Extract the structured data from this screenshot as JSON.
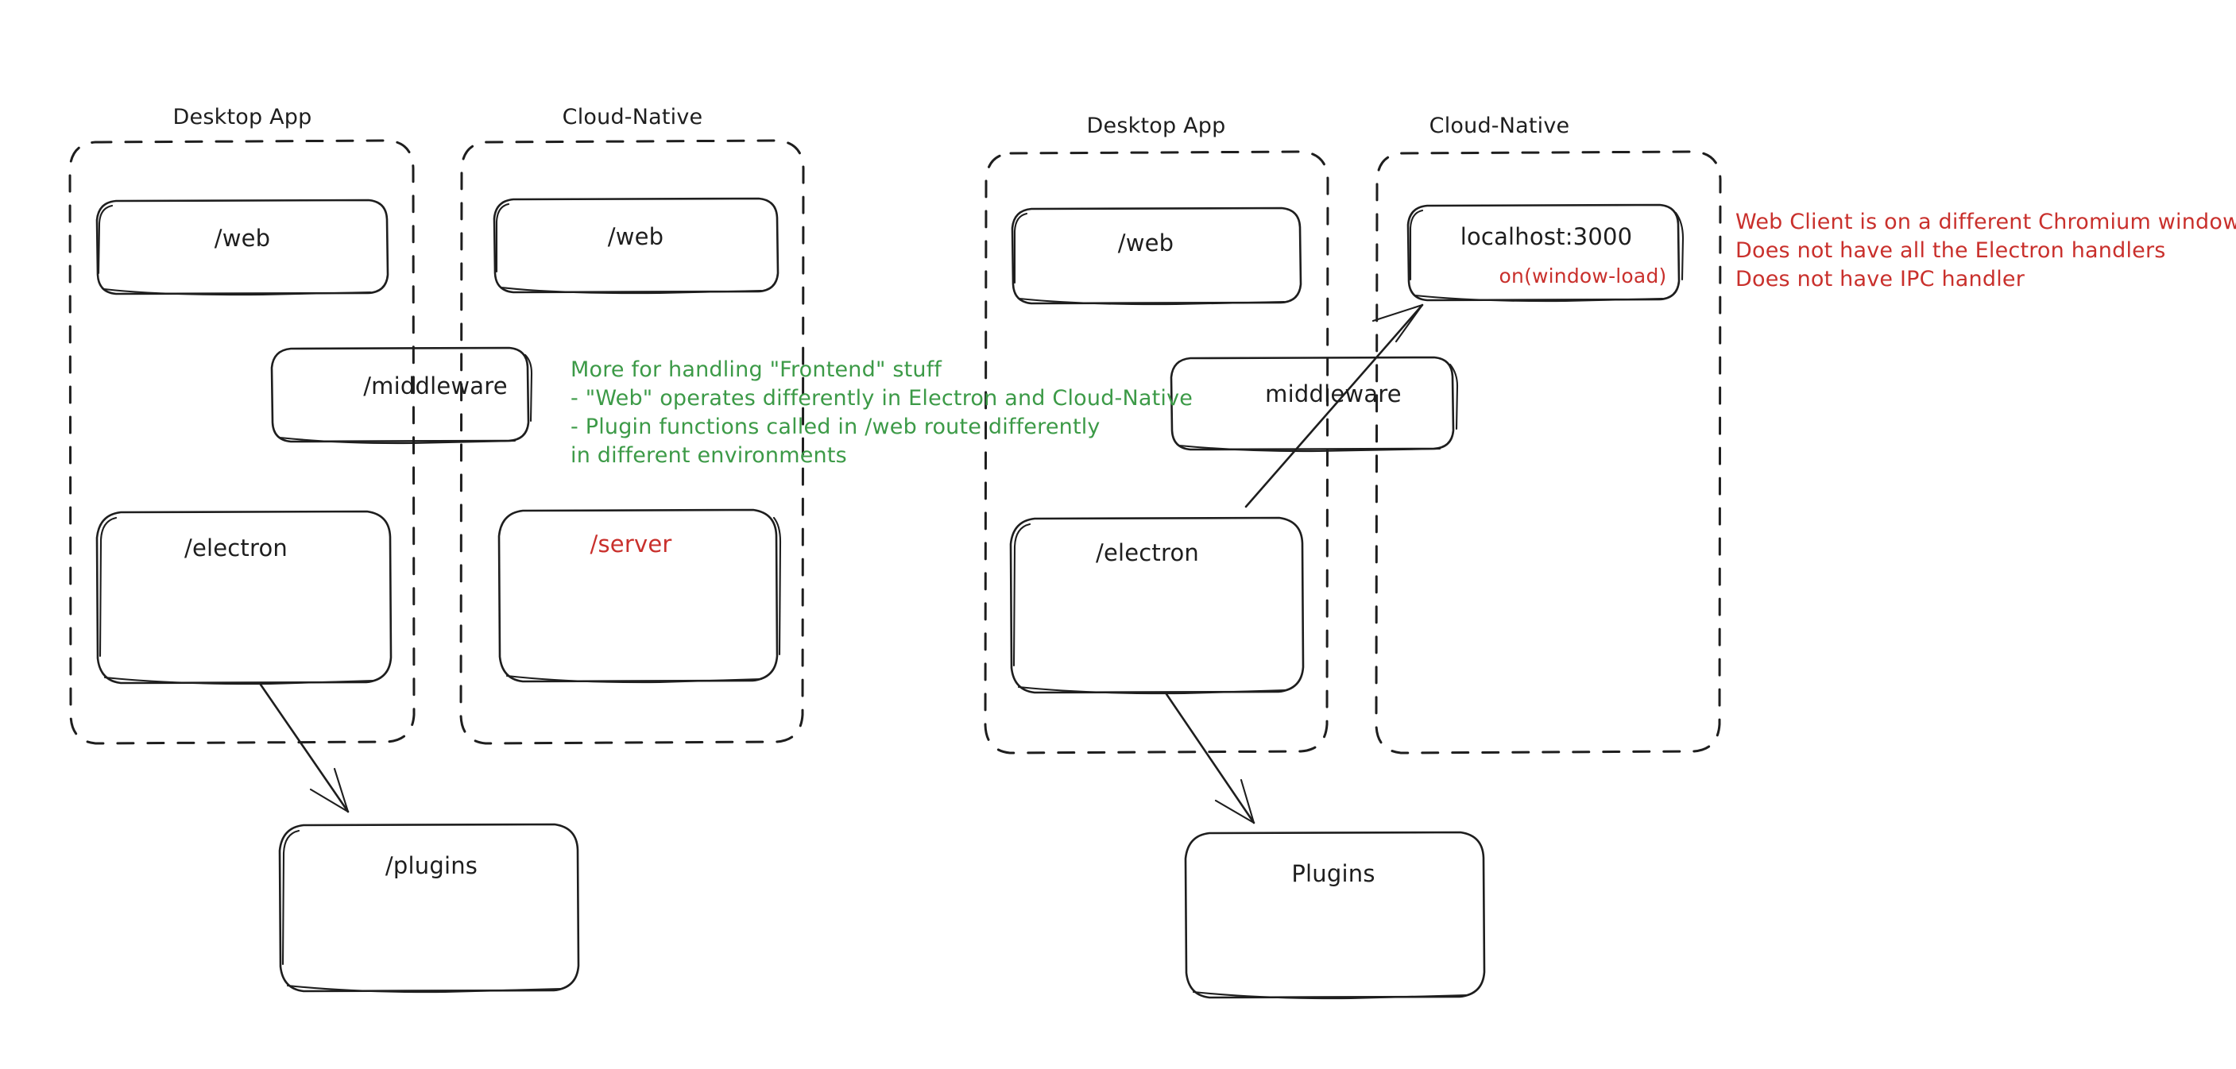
{
  "diagram": {
    "title_kind": "hand-drawn-architecture-diagram",
    "colors": {
      "stroke": "#1e1e1e",
      "green": "#3c9a47",
      "red": "#c9302c",
      "background": "#ffffff"
    },
    "panels": [
      {
        "id": "left-panel",
        "groups": [
          {
            "id": "left-desktop-app",
            "title": "Desktop App",
            "nodes": [
              {
                "id": "left-desktop-web",
                "label": "/web",
                "color": "#1e1e1e"
              },
              {
                "id": "left-electron",
                "label": "/electron",
                "color": "#1e1e1e"
              }
            ]
          },
          {
            "id": "left-cloud-native",
            "title": "Cloud-Native",
            "nodes": [
              {
                "id": "left-cloud-web",
                "label": "/web",
                "color": "#1e1e1e"
              },
              {
                "id": "left-server",
                "label": "/server",
                "color": "#c9302c"
              }
            ]
          }
        ],
        "spanning_nodes": [
          {
            "id": "left-middleware",
            "label": "/middleware",
            "color": "#1e1e1e"
          }
        ],
        "outside_nodes": [
          {
            "id": "left-plugins",
            "label": "/plugins",
            "color": "#1e1e1e"
          }
        ],
        "arrows": [
          {
            "id": "arrow-left-electron-to-plugins",
            "from": "left-electron",
            "to": "left-plugins"
          }
        ]
      },
      {
        "id": "right-panel",
        "groups": [
          {
            "id": "right-desktop-app",
            "title": "Desktop App",
            "nodes": [
              {
                "id": "right-desktop-web",
                "label": "/web",
                "color": "#1e1e1e"
              },
              {
                "id": "right-electron",
                "label": "/electron",
                "color": "#1e1e1e"
              }
            ]
          },
          {
            "id": "right-cloud-native",
            "title": "Cloud-Native",
            "nodes": [
              {
                "id": "right-localhost",
                "label": "localhost:3000",
                "sublabel": "on(window-load)",
                "color": "#1e1e1e",
                "sublabel_color": "#c9302c"
              }
            ]
          }
        ],
        "spanning_nodes": [
          {
            "id": "right-middleware",
            "label": "middleware",
            "color": "#1e1e1e"
          }
        ],
        "outside_nodes": [
          {
            "id": "right-plugins",
            "label": "Plugins",
            "color": "#1e1e1e"
          }
        ],
        "arrows": [
          {
            "id": "arrow-right-electron-to-plugins",
            "from": "right-electron",
            "to": "right-plugins"
          },
          {
            "id": "arrow-right-electron-to-localhost",
            "from": "right-electron",
            "to": "right-localhost"
          }
        ]
      }
    ],
    "annotations": [
      {
        "id": "green-note",
        "color": "#3c9a47",
        "lines": [
          "More for handling \"Frontend\" stuff",
          "- \"Web\" operates differently in Electron and Cloud-Native",
          "- Plugin functions called in /web route differently",
          "in different environments"
        ]
      },
      {
        "id": "red-note",
        "color": "#c9302c",
        "lines": [
          "Web Client is on a different Chromium window",
          "Does not have all the Electron handlers",
          "Does not have IPC handler"
        ]
      }
    ]
  }
}
